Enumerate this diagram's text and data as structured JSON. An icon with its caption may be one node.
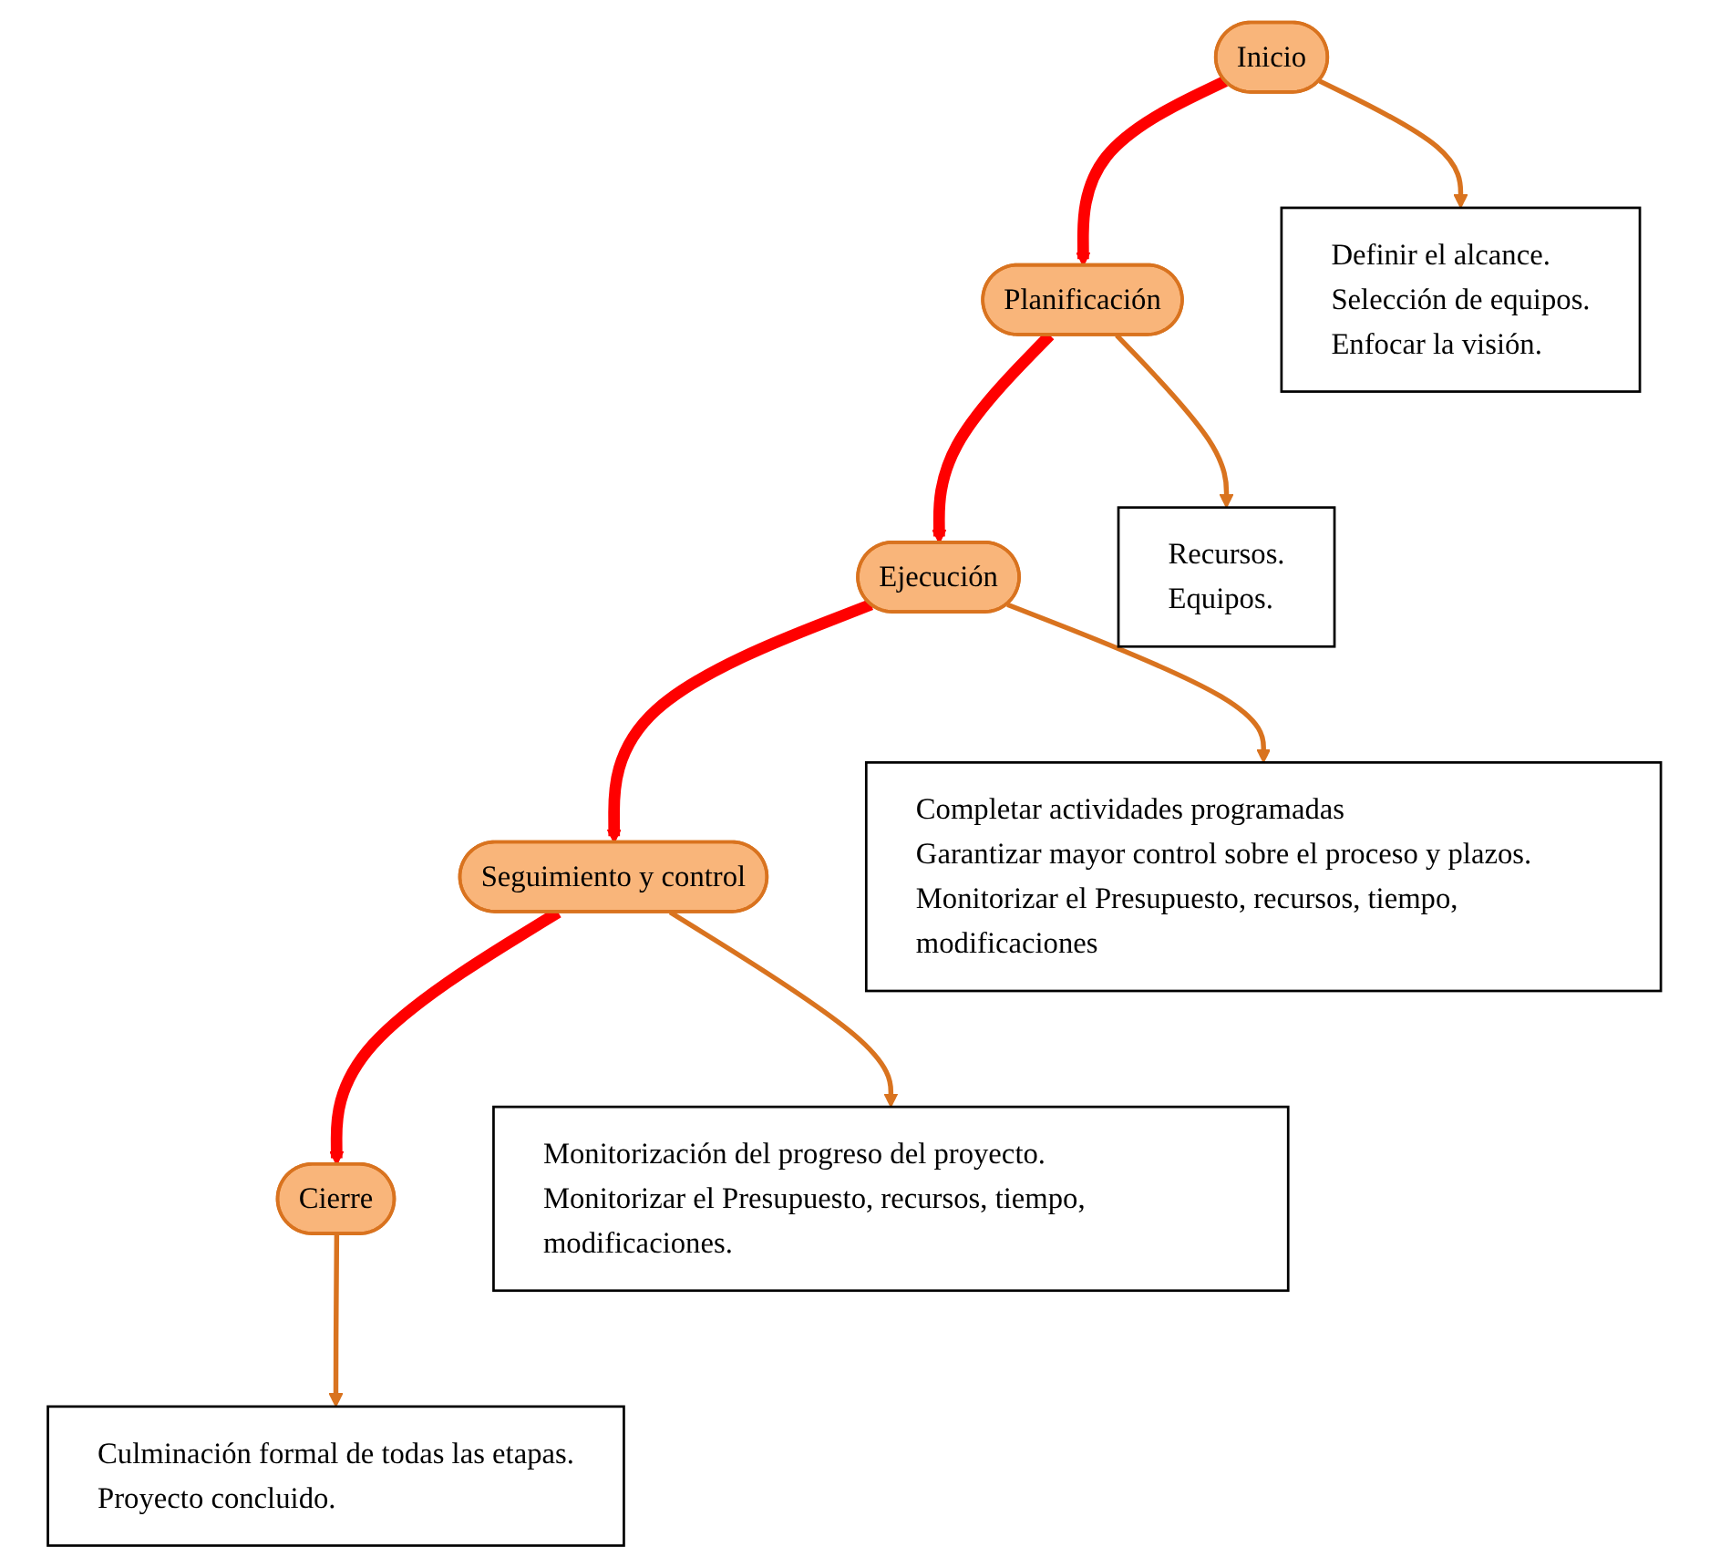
{
  "diagram": {
    "nodes": [
      {
        "text": [
          "Inicio"
        ]
      },
      {
        "text": [
          "Definir el alcance.",
          "Selección de equipos.",
          "Enfocar la visión."
        ]
      },
      {
        "text": [
          "Planificación"
        ]
      },
      {
        "text": [
          "Recursos.",
          "Equipos."
        ]
      },
      {
        "text": [
          "Ejecución"
        ]
      },
      {
        "text": [
          "Completar actividades programadas",
          "Garantizar mayor control sobre el proceso y plazos.",
          "Monitorizar el Presupuesto, recursos, tiempo, modificaciones"
        ]
      },
      {
        "text": [
          "Seguimiento y control"
        ]
      },
      {
        "text": [
          "Monitorización del progreso del proyecto.",
          "Monitorizar el Presupuesto, recursos, tiempo, modificaciones."
        ]
      },
      {
        "text": [
          "Cierre"
        ]
      },
      {
        "text": [
          "Culminación formal de todas las etapas.",
          "Proyecto concluido."
        ]
      }
    ],
    "edges": [
      {
        "from": 0,
        "to": 1,
        "arrow": "to"
      },
      {
        "from": 0,
        "to": 2,
        "arrow": "to",
        "style": "thick",
        "color": "#ff0000"
      },
      {
        "from": 2,
        "to": 3,
        "arrow": "to"
      },
      {
        "from": 2,
        "to": 4,
        "arrow": "to",
        "style": "thick",
        "color": "#ff0000"
      },
      {
        "from": 4,
        "to": 5,
        "arrow": "to"
      },
      {
        "from": 4,
        "to": 6,
        "arrow": "to",
        "style": "thick",
        "color": "#ff0000"
      },
      {
        "from": 6,
        "to": 7,
        "arrow": "to"
      },
      {
        "from": 6,
        "to": 8,
        "arrow": "to",
        "style": "thick",
        "color": "#ff0000"
      },
      {
        "from": 8,
        "to": 9,
        "arrow": "to"
      }
    ]
  }
}
